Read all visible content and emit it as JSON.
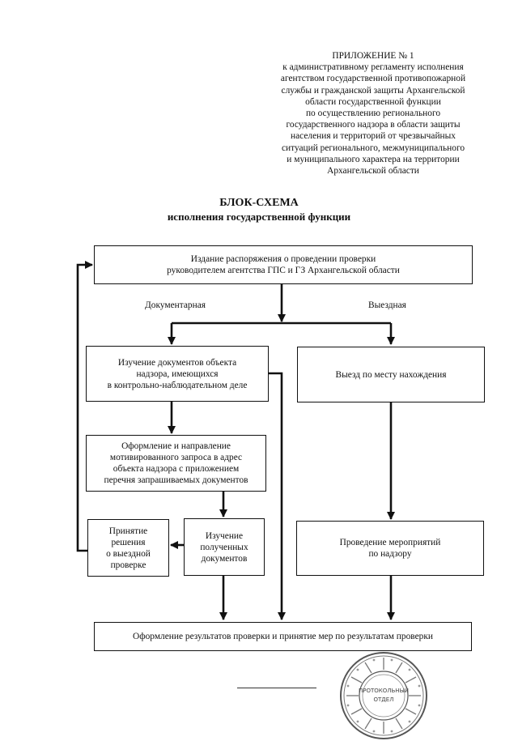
{
  "appendix": {
    "lines": [
      "ПРИЛОЖЕНИЕ № 1",
      "к административному регламенту исполнения",
      "агентством государственной противопожарной",
      "службы и гражданской защиты Архангельской",
      "области государственной функции",
      "по осуществлению регионального",
      "государственного надзора в области защиты",
      "населения и территорий от чрезвычайных",
      "ситуаций регионального, межмуниципального",
      "и муниципального характера на территории",
      "Архангельской области"
    ]
  },
  "title": "БЛОК-СХЕМА",
  "subtitle": "исполнения государственной функции",
  "flowchart": {
    "order": [
      "Издание распоряжения о проведении проверки",
      "руководителем агентства ГПС и ГЗ Архангельской области"
    ],
    "branch_documentary": "Документарная",
    "branch_onsite": "Выездная",
    "study_documents": [
      "Изучение документов объекта",
      "надзора, имеющихся",
      "в контрольно-наблюдательном деле"
    ],
    "request": [
      "Оформление и направление",
      "мотивированного запроса в адрес",
      "объекта надзора с приложением",
      "перечня запрашиваемых документов"
    ],
    "decision": [
      "Принятие",
      "решения",
      "о выездной",
      "проверке"
    ],
    "study_received": [
      "Изучение",
      "полученных",
      "документов"
    ],
    "onsite_visit": "Выезд по месту нахождения",
    "measures": [
      "Проведение мероприятий",
      "по надзору"
    ],
    "result": "Оформление результатов проверки и принятие мер по результатам проверки"
  },
  "stamp": {
    "center_text": [
      "ПРОТОКОЛЬНЫЙ",
      "ОТДЕЛ"
    ]
  }
}
